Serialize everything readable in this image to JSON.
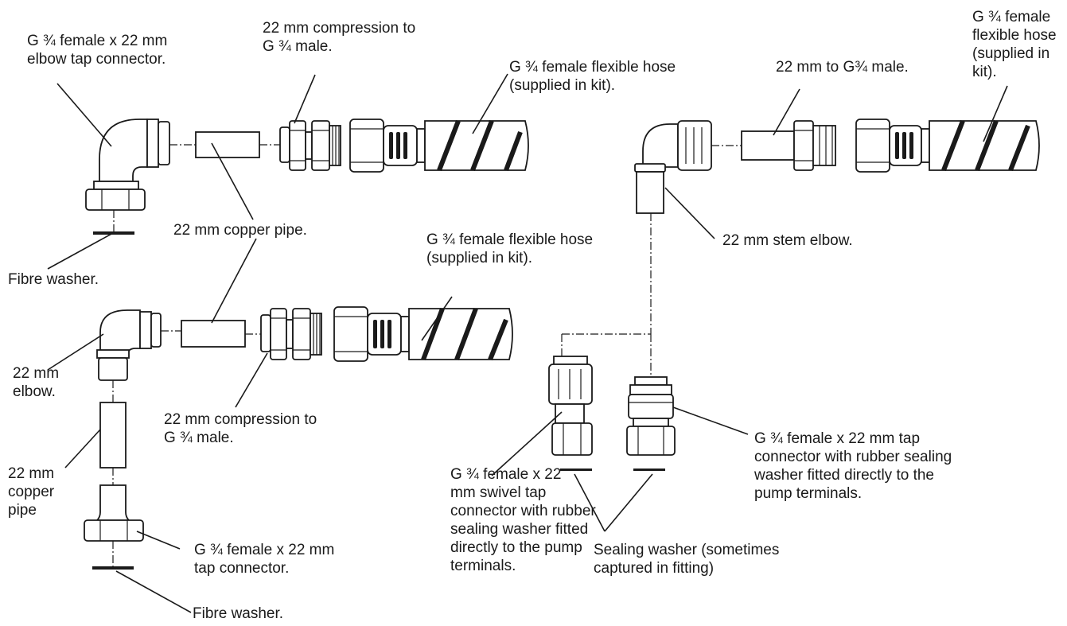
{
  "labels": {
    "elbow_tap_connector": "G ¾ female x 22 mm\nelbow tap connector.",
    "compression_top": "22 mm compression to\nG ¾ male.",
    "hose_top": "G ¾ female flexible hose\n(supplied in kit).",
    "male_22_to_g34": "22 mm to G¾ male.",
    "hose_right": "G ¾ female\nflexible hose\n(supplied in\nkit).",
    "copper_pipe": "22 mm copper pipe.",
    "fibre_washer_top": "Fibre washer.",
    "hose_middle": "G ¾ female flexible hose\n(supplied in kit).",
    "stem_elbow": "22 mm stem elbow.",
    "elbow_22": "22 mm\nelbow.",
    "compression_middle": "22 mm compression to\nG ¾ male.",
    "copper_pipe_vertical": "22 mm\ncopper\npipe",
    "swivel_tap_connector": "G ¾ female x 22\nmm swivel tap\nconnector with rubber\nsealing washer fitted\ndirectly to the pump\nterminals.",
    "tap_connector_right": "G ¾ female x 22 mm tap\nconnector with rubber sealing\nwasher fitted directly to the\npump terminals.",
    "tap_connector_bottom": "G ¾ female x 22 mm\ntap connector.",
    "sealing_washer": "Sealing washer (sometimes\ncaptured in fitting)",
    "fibre_washer_bottom": "Fibre washer."
  }
}
